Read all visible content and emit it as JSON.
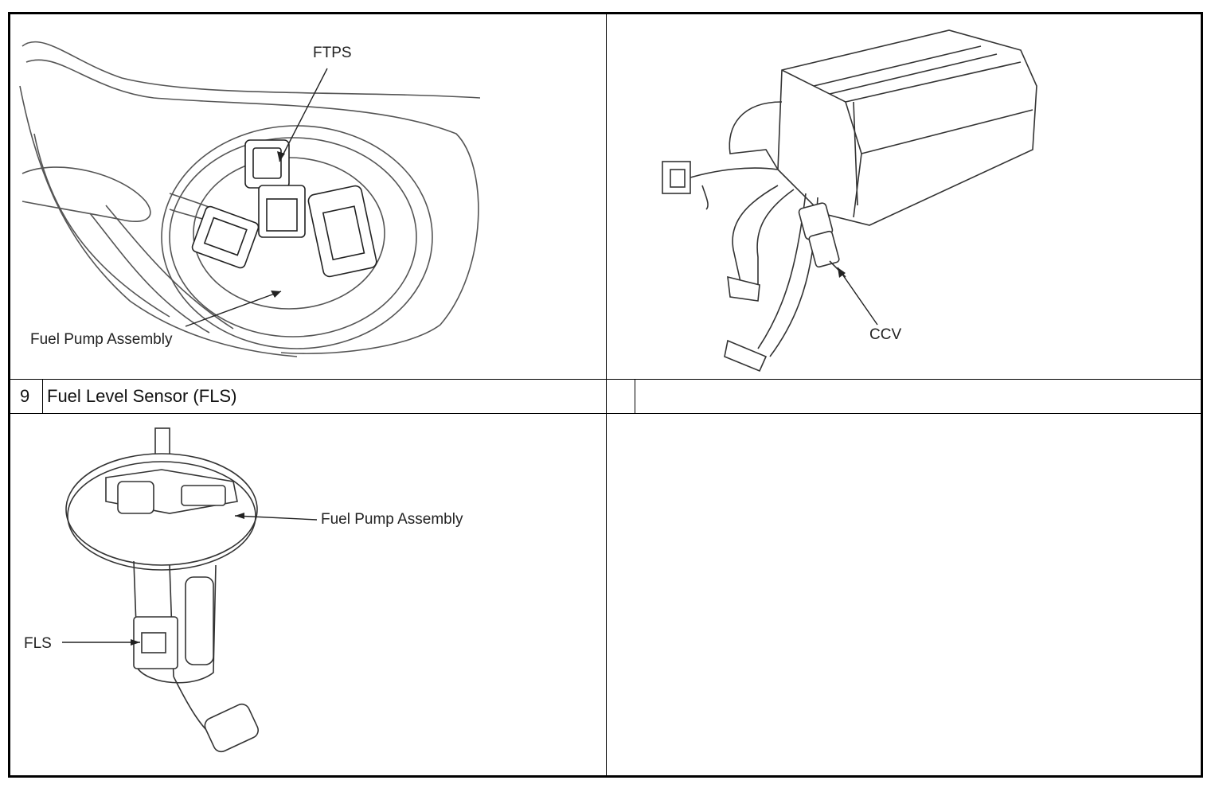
{
  "figure_top_left": {
    "label_ftps": "FTPS",
    "label_fuel_pump": "Fuel Pump Assembly"
  },
  "figure_top_right": {
    "label_ccv": "CCV"
  },
  "row9": {
    "number": "9",
    "title": "Fuel Level Sensor (FLS)",
    "number_right": "",
    "title_right": ""
  },
  "figure_bottom_left": {
    "label_fuel_pump": "Fuel Pump Assembly",
    "label_fls": "FLS"
  }
}
